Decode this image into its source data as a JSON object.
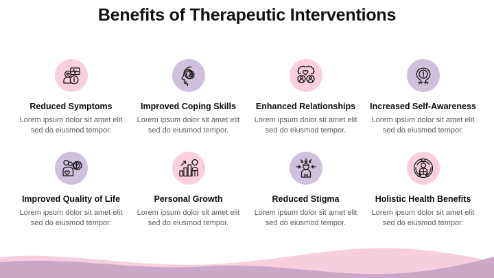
{
  "slide": {
    "title": "Benefits of Therapeutic Interventions",
    "background_color": "#ffffff"
  },
  "theme": {
    "pink_circle": "#fbd0dc",
    "purple_circle": "#cfc1dc",
    "icon_stroke": "#111111",
    "title_color": "#111111",
    "card_title_color": "#0c0c0c",
    "card_desc_color": "#5b5b5b",
    "wave_pink": "#f7cedd",
    "wave_mauve": "#cba7c8"
  },
  "cards": [
    {
      "title": "Reduced Symptoms",
      "description": "Lorem ipsum dolor sit amet elit sed do eiusmod tempor.",
      "icon": "person-heart-monitor-icon",
      "circle_color": "#fbd0dc"
    },
    {
      "title": "Improved Coping Skills",
      "description": "Lorem ipsum dolor sit amet elit sed do eiusmod tempor.",
      "icon": "head-gear-person-icon",
      "circle_color": "#cfc1dc"
    },
    {
      "title": "Enhanced Relationships",
      "description": "Lorem ipsum dolor sit amet elit sed do eiusmod tempor.",
      "icon": "two-people-heart-gear-icon",
      "circle_color": "#fbd0dc"
    },
    {
      "title": "Increased Self-Awareness",
      "description": "Lorem ipsum dolor sit amet elit sed do eiusmod tempor.",
      "icon": "two-heads-exclamation-icon",
      "circle_color": "#cfc1dc"
    },
    {
      "title": "Improved Quality of Life",
      "description": "Lorem ipsum dolor sit amet elit sed do eiusmod tempor.",
      "icon": "person-heart-gear-arrow-icon",
      "circle_color": "#cfc1dc"
    },
    {
      "title": "Personal Growth",
      "description": "Lorem ipsum dolor sit amet elit sed do eiusmod tempor.",
      "icon": "bar-chart-person-growth-icon",
      "circle_color": "#fbd0dc"
    },
    {
      "title": "Reduced Stigma",
      "description": "Lorem ipsum dolor sit amet elit sed do eiusmod tempor.",
      "icon": "person-inward-arrows-icon",
      "circle_color": "#cfc1dc"
    },
    {
      "title": "Holistic Health Benefits",
      "description": "Lorem ipsum dolor sit amet elit sed do eiusmod tempor.",
      "icon": "person-circular-arrows-icon",
      "circle_color": "#fbd0dc"
    }
  ]
}
